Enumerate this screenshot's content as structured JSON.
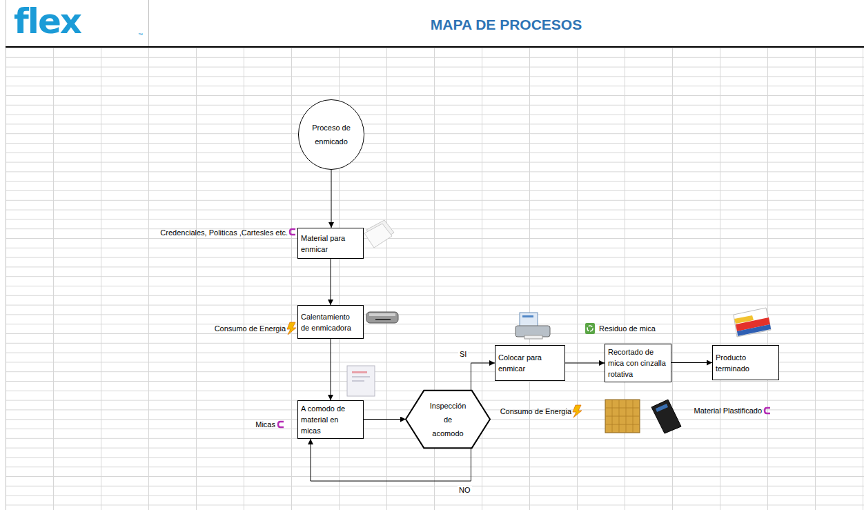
{
  "diagram": {
    "title": "MAPA DE PROCESOS",
    "nodes": [
      {
        "text": [
          "Proceso de enmicado"
        ]
      },
      {
        "text": [
          "Material para enmicar"
        ]
      },
      {
        "text": [
          "Calentamiento de enmicadora"
        ]
      },
      {
        "text": [
          "A comodo de material en micas"
        ]
      },
      {
        "text": [
          "Inspección de acomodo"
        ]
      },
      {
        "text": [
          "Colocar para enmicar"
        ]
      },
      {
        "text": [
          "Recortado de mica con cinzalla rotativa"
        ]
      },
      {
        "text": [
          "Producto terminado"
        ]
      }
    ],
    "edges": [
      {
        "from": 0,
        "to": 1,
        "arrow": "to"
      },
      {
        "from": 1,
        "to": 2,
        "arrow": "to"
      },
      {
        "from": 2,
        "to": 3,
        "arrow": "to"
      },
      {
        "from": 3,
        "to": 4,
        "arrow": "to"
      },
      {
        "from": 4,
        "to": 5,
        "label": "SI",
        "arrow": "to"
      },
      {
        "from": 5,
        "to": 6,
        "arrow": "to"
      },
      {
        "from": 6,
        "to": 7,
        "arrow": "to"
      },
      {
        "from": 4,
        "to": 3,
        "label": "NO",
        "arrow": "to"
      }
    ],
    "labels": [
      "flex",
      "™",
      "Credenciales, Politicas ,Cartesles etc.",
      "Consumo de Energia",
      "Micas",
      "Consumo de Energia",
      "Residuo de mica",
      "Material Plastificado"
    ]
  }
}
